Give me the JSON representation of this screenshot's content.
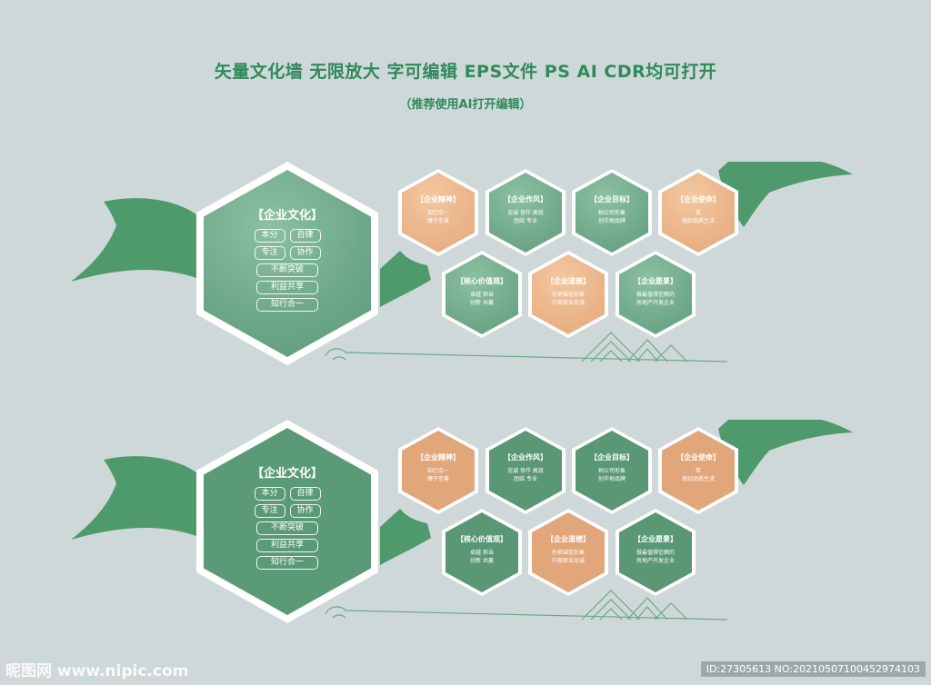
{
  "header": {
    "title": "矢量文化墙 无限放大 字可编辑 EPS文件 PS AI CDR均可打开",
    "subtitle": "（推荐使用AI打开编辑）"
  },
  "culture": {
    "title": "【企业文化】",
    "pills": [
      [
        "本分",
        "自律"
      ],
      [
        "专注",
        "协作"
      ],
      [
        "不断突破"
      ],
      [
        "利益共享"
      ],
      [
        "知行合一"
      ]
    ]
  },
  "cards": [
    {
      "title": "【企业精神】",
      "lines": [
        "知行合一",
        "臻于至善"
      ],
      "color": "orange"
    },
    {
      "title": "【企业作风】",
      "lines": [
        "忠诚 协作 高效",
        "团结 专业"
      ],
      "color": "green"
    },
    {
      "title": "【企业目标】",
      "lines": [
        "树公司形象",
        "创华地品牌"
      ],
      "color": "green"
    },
    {
      "title": "【企业使命】",
      "lines": [
        "筑",
        "美好品质生活"
      ],
      "color": "orange"
    },
    {
      "title": "【核心价值观】",
      "lines": [
        "卓越 担当",
        "创新 共赢"
      ],
      "color": "green"
    },
    {
      "title": "【企业道德】",
      "lines": [
        "外树诚信形象",
        "内育职业忠诚"
      ],
      "color": "orange"
    },
    {
      "title": "【企业愿景】",
      "lines": [
        "做最值得信赖的",
        "房地产开发企业"
      ],
      "color": "green"
    }
  ],
  "colors": {
    "background": "#cfd8d8",
    "brand_green": "#4f9a6c",
    "accent_orange": "#e3a77a"
  },
  "watermark": {
    "left": "昵图网 www.nipic.com",
    "right": "ID:27305613 NO:20210507100452974103"
  }
}
